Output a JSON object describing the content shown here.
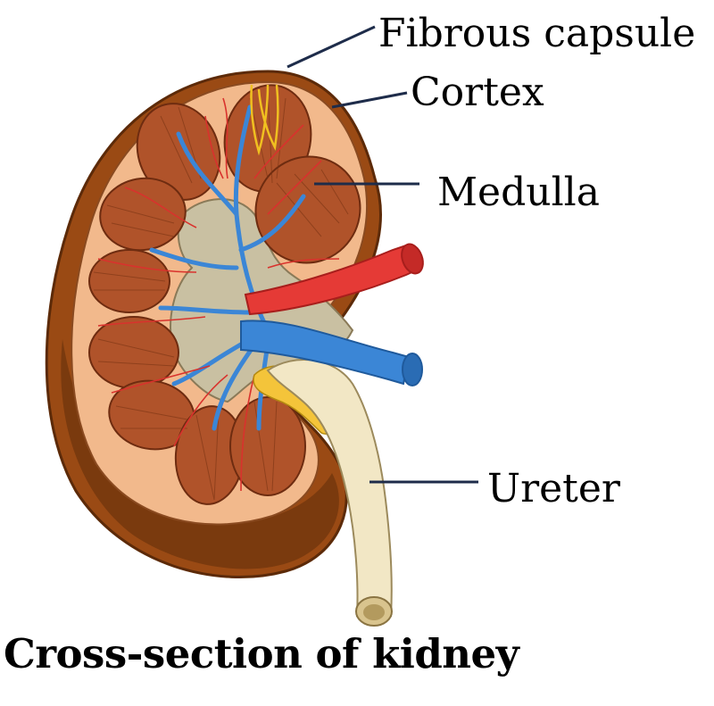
{
  "title": "Cross-section of kidney",
  "labels": {
    "fibrous_capsule": "Fibrous capsule",
    "cortex": "Cortex",
    "medulla": "Medulla",
    "ureter": "Ureter"
  },
  "colors": {
    "capsule": "#9a4a14",
    "capsule_dark": "#7a3a0e",
    "cortex": "#f2b98c",
    "pyramid": "#b0532a",
    "pelvis": "#c9c0a2",
    "vein": "#3b86d6",
    "artery": "#e53a36",
    "ureter": "#f2e7c5",
    "fat": "#f4c43a",
    "leader": "#1e2c4a"
  }
}
